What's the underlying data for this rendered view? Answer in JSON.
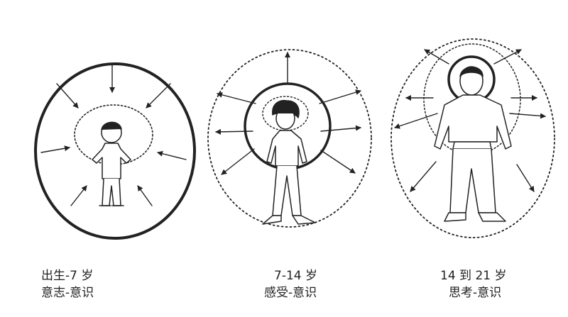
{
  "stages": [
    {
      "age": "出生-7 岁",
      "label": "意志-意识"
    },
    {
      "age": "7-14 岁",
      "label": "感受-意识"
    },
    {
      "age": "14 到 21 岁",
      "label": "思考-意识"
    }
  ],
  "colors": {
    "ink": "#222222",
    "background": "#ffffff"
  }
}
